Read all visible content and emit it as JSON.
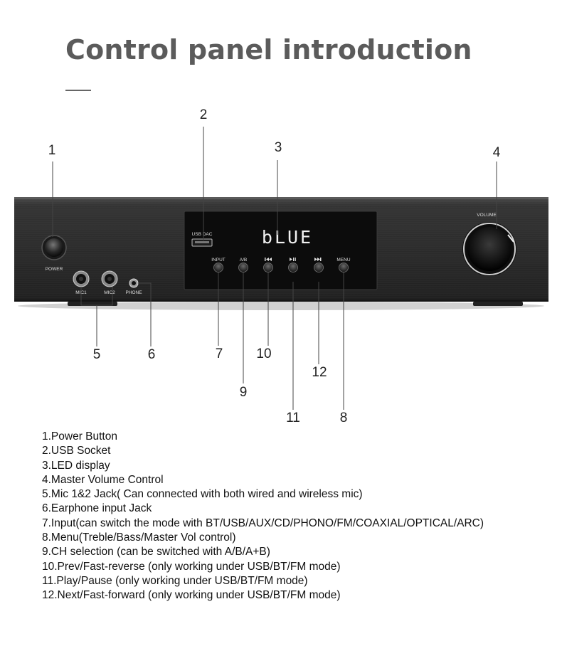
{
  "title": "Control panel introduction",
  "panel": {
    "labels": {
      "usb_dac": "USB DAC",
      "power": "POWER",
      "mic1": "MIC1",
      "mic2": "MIC2",
      "phone": "PHONE",
      "volume": "VOLUME",
      "input": "INPUT",
      "ab": "A/B",
      "menu": "MENU"
    },
    "display_text": "bLUE"
  },
  "callouts": [
    "1",
    "2",
    "3",
    "4",
    "5",
    "6",
    "7",
    "8",
    "9",
    "10",
    "11",
    "12"
  ],
  "legend": [
    "1.Power Button",
    "2.USB Socket",
    "3.LED display",
    "4.Master Volume Control",
    "5.Mic 1&2 Jack( Can connected with both wired and wireless mic)",
    "6.Earphone input Jack",
    "7.Input(can switch the mode with BT/USB/AUX/CD/PHONO/FM/COAXIAL/OPTICAL/ARC)",
    "8.Menu(Treble/Bass/Master Vol control)",
    "9.CH selection (can be switched with A/B/A+B)",
    "10.Prev/Fast-reverse (only working under USB/BT/FM mode)",
    "11.Play/Pause (only working under USB/BT/FM mode)",
    "12.Next/Fast-forward (only working under USB/BT/FM mode)"
  ],
  "colors": {
    "chassis": "#2b2b2b",
    "display_text": "#f2f2f2",
    "heading": "#5b5b5b"
  }
}
